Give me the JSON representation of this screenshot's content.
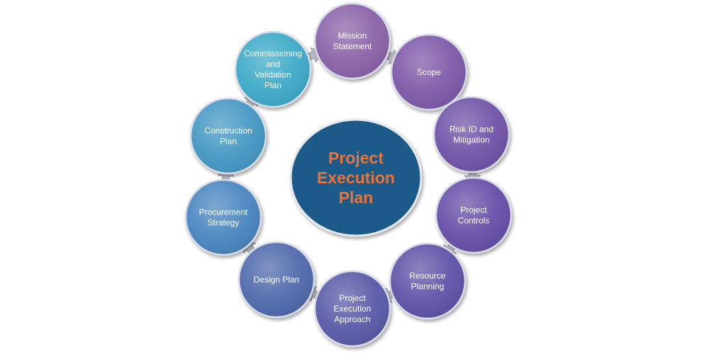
{
  "diagram": {
    "center": {
      "lines": [
        "Project",
        "Execution",
        "Plan"
      ],
      "fill": "#1d5a8a",
      "text_color": "#e8743b"
    },
    "nodes": [
      {
        "id": "mission-statement",
        "lines": [
          "Mission",
          "Statement"
        ],
        "color": "#8a64a8"
      },
      {
        "id": "scope",
        "lines": [
          "Scope"
        ],
        "color": "#7d5aa8"
      },
      {
        "id": "risk-id-and-mitigation",
        "lines": [
          "Risk ID and",
          "Mitigation"
        ],
        "color": "#6f52a8"
      },
      {
        "id": "project-controls",
        "lines": [
          "Project",
          "Controls"
        ],
        "color": "#6650a8"
      },
      {
        "id": "resource-planning",
        "lines": [
          "Resource",
          "Planning"
        ],
        "color": "#5f52a8"
      },
      {
        "id": "project-execution-approach",
        "lines": [
          "Project",
          "Execution",
          "Approach"
        ],
        "color": "#5a5aa8"
      },
      {
        "id": "design-plan",
        "lines": [
          "Design Plan"
        ],
        "color": "#506aac"
      },
      {
        "id": "procurement-strategy",
        "lines": [
          "Procurement",
          "Strategy"
        ],
        "color": "#4a86c0"
      },
      {
        "id": "construction-plan",
        "lines": [
          "Construction",
          "Plan"
        ],
        "color": "#4598c4"
      },
      {
        "id": "commissioning-and-validation-plan",
        "lines": [
          "Commissioning",
          "and",
          "Validation",
          "Plan"
        ],
        "color": "#3eaac8"
      }
    ],
    "arrow_color": "#b9bcc4"
  }
}
